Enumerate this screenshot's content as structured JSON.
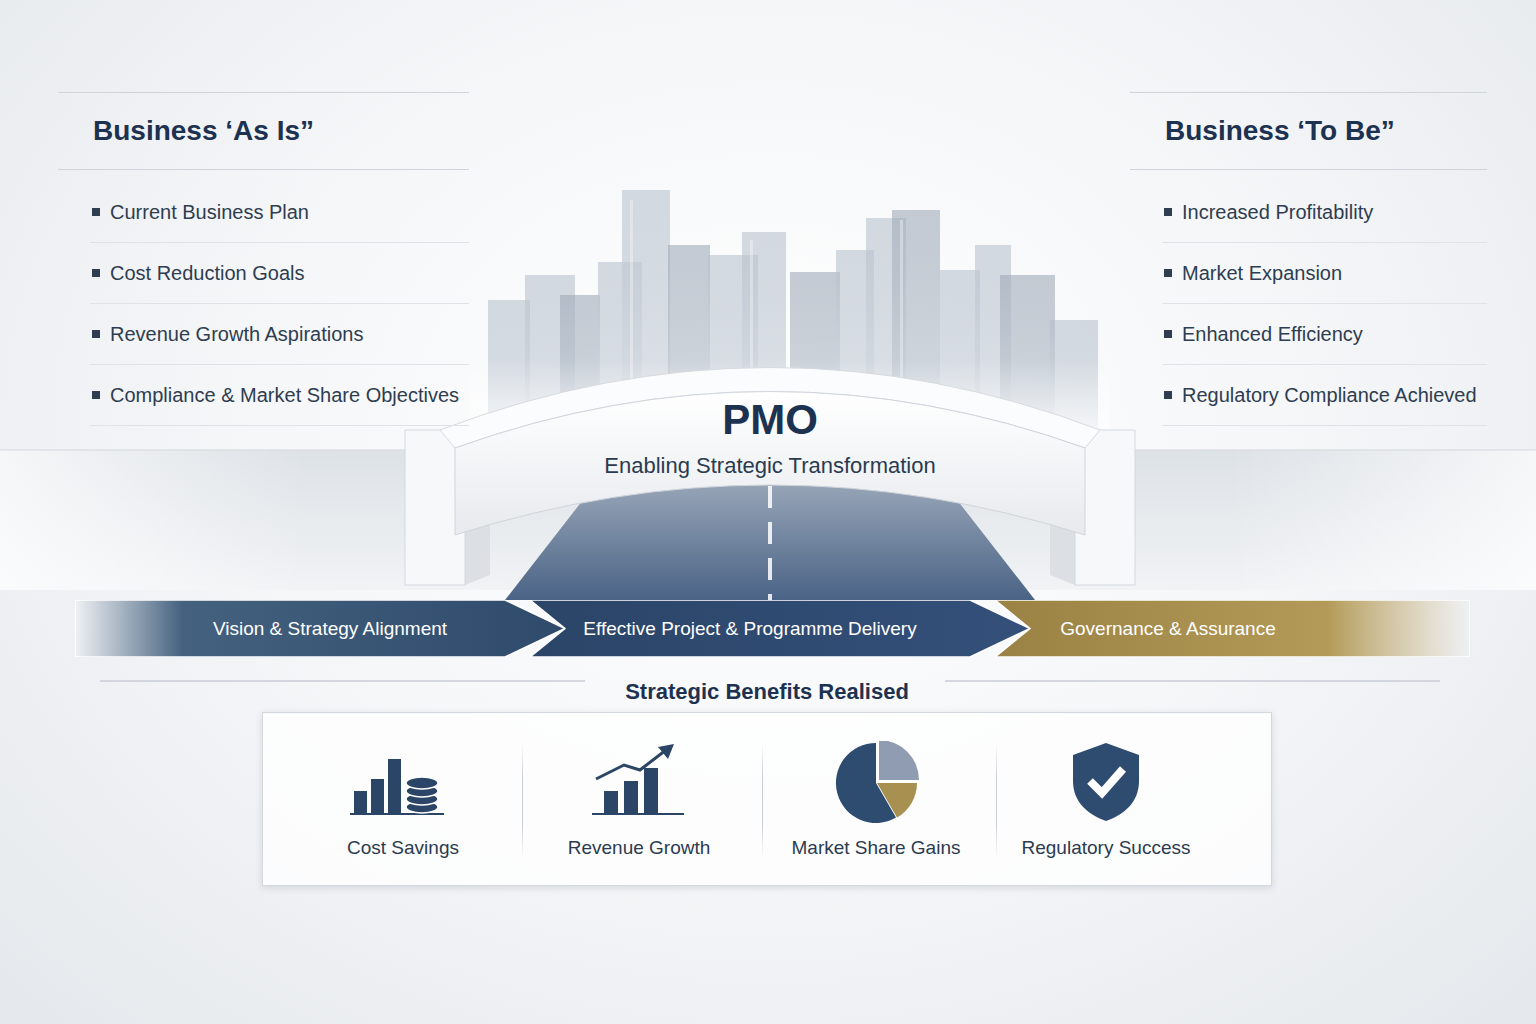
{
  "diagram": {
    "nodes": [
      {
        "text": [
          "Business ‘As Is”",
          "Current Business Plan",
          "Cost Reduction Goals",
          "Revenue Growth Aspirations",
          "Compliance & Market Share Objectives"
        ]
      },
      {
        "text": [
          "Business ‘To Be”",
          "Increased Profitability",
          "Market Expansion",
          "Enhanced Efficiency",
          "Regulatory Compliance Achieved"
        ]
      },
      {
        "text": [
          "PMO",
          "Enabling Strategic Transformation"
        ]
      },
      {
        "text": [
          "Vision & Strategy Alignment"
        ]
      },
      {
        "text": [
          "Effective Project & Programme Delivery"
        ]
      },
      {
        "text": [
          "Governance & Assurance"
        ]
      },
      {
        "text": [
          "Strategic Benefits Realised"
        ]
      },
      {
        "text": [
          "Cost Savings"
        ],
        "in": 6
      },
      {
        "text": [
          "Revenue Growth"
        ],
        "in": 6
      },
      {
        "text": [
          "Market Share Gains"
        ],
        "in": 6
      },
      {
        "text": [
          "Regulatory Success"
        ],
        "in": 6
      }
    ]
  }
}
